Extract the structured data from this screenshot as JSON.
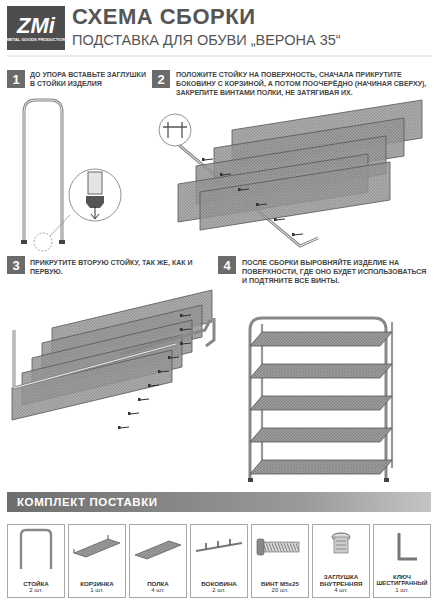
{
  "diagram": {
    "title": "СХЕМА СБОРКИ",
    "nodes": [
      {
        "text": [
          "ZMi",
          "METAL GOODS PRODUCTION"
        ]
      },
      {
        "text": [
          "1"
        ]
      },
      {
        "text": [
          "2"
        ]
      },
      {
        "text": [
          "3"
        ]
      },
      {
        "text": [
          "4"
        ]
      },
      {
        "text": [
          "КОМПЛЕКТ ПОСТАВКИ"
        ]
      },
      {
        "text": [
          "СТОЙКА",
          "2 шт."
        ]
      },
      {
        "text": [
          "КОРЗИНКА",
          "1 шт."
        ]
      },
      {
        "text": [
          "ПОЛКА",
          "4 шт."
        ]
      },
      {
        "text": [
          "БОКОВИНА",
          "2 шт."
        ]
      },
      {
        "text": [
          "ВИНТ M5x25",
          "20 шт."
        ]
      },
      {
        "text": [
          "ЗАГЛУШКА ВНУТРЕННЯЯ",
          "4 шт."
        ]
      },
      {
        "text": [
          "КЛЮЧ ШЕСТИГРАННЫЙ",
          "1 шт."
        ]
      }
    ],
    "labels": [
      "ПОДСТАВКА ДЛЯ ОБУВИ „ВЕРОНА 35“",
      "ДО УПОРА ВСТАВЬТЕ ЗАГЛУШКИ В СТОЙКИ ИЗДЕЛИЯ",
      "ПОЛОЖИТЕ СТОЙКУ НА ПОВЕРХНОСТЬ, СНАЧАЛА ПРИКРУТИТЕ БОКОВИНУ С КОРЗИНОЙ, А ПОТОМ ПООЧЕРЁДНО (НАЧИНАЯ СВЕРХУ), ЗАКРЕПИТЕ ВИНТАМИ ПОЛКИ, НЕ ЗАТЯГИВАЯ ИХ.",
      "ПРИКРУТИТЕ ВТОРУЮ СТОЙКУ, ТАК ЖЕ, КАК И ПЕРВУЮ.",
      "ПОСЛЕ СБОРКИ ВЫРОВНЯЙТЕ ИЗДЕЛИЕ НА ПОВЕРХНОСТИ, ГДЕ ОНО БУДЕТ ИСПОЛЬЗОВАТЬСЯ И ПОДТЯНИТЕ ВСЕ ВИНТЫ."
    ]
  }
}
